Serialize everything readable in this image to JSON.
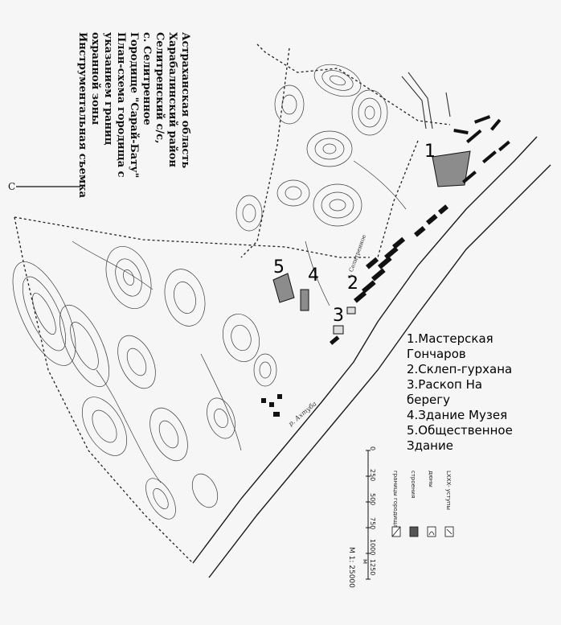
{
  "title_lines": [
    "Астраханская область",
    "Харабалинский район",
    "Селитренский с/с,",
    "с. Селитренное",
    "Городище \"Сарай-Бату\"",
    "План-схема городища с",
    "указанием границ",
    "охранной зоны",
    "Инструментальная съемка"
  ],
  "north_label": "С",
  "site_numbers": [
    "1",
    "2",
    "3",
    "4",
    "5"
  ],
  "legend_items": [
    "1.Мастерская",
    "Гончаров",
    "2.Склеп-гурхана",
    "3.Раскоп На",
    "берегу",
    "4.Здание Музея",
    "5.Общественное",
    "Здание"
  ],
  "scale_ticks": [
    "0",
    "250",
    "500",
    "750",
    "1000",
    "1250 м"
  ],
  "scale_text": "М 1: 25000",
  "map_legend": [
    {
      "label": "границы городища",
      "icon": "boundary-swatch"
    },
    {
      "label": "строения",
      "icon": "buildings-swatch"
    },
    {
      "label": "дюны",
      "icon": "dunes-swatch"
    },
    {
      "label": "LXXX- уступы",
      "icon": "ledges-swatch"
    }
  ],
  "river_label": "р. Ахтуба",
  "village_label": "с. Селитренное",
  "colors": {
    "ink": "#111111",
    "paper": "#f6f6f6",
    "site_fill": "#8c8c8c",
    "contour": "#3a3a3a"
  }
}
